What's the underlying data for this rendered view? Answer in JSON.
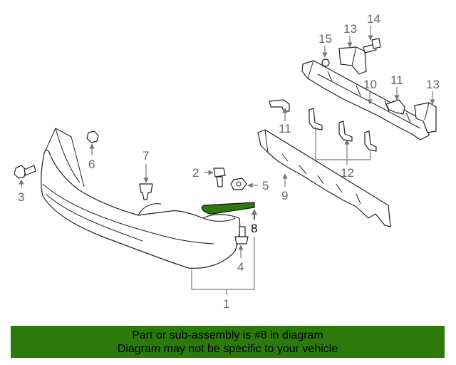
{
  "colors": {
    "highlight_part": "#2b7a0b",
    "banner_background": "#2b7a0b",
    "line_art": "#222222",
    "callout_text": "#666666"
  },
  "diagram": {
    "highlighted_callout": "8",
    "callouts": {
      "c1": "1",
      "c2": "2",
      "c3": "3",
      "c4": "4",
      "c5": "5",
      "c6": "6",
      "c7": "7",
      "c8": "8",
      "c9": "9",
      "c10": "10",
      "c11a": "11",
      "c11b": "11",
      "c12": "12",
      "c13a": "13",
      "c13b": "13",
      "c14": "14",
      "c15": "15"
    }
  },
  "banner": {
    "line1": "Part or sub-assembly is #8 in diagram",
    "line2": "Diagram may not be specific to your vehicle"
  }
}
